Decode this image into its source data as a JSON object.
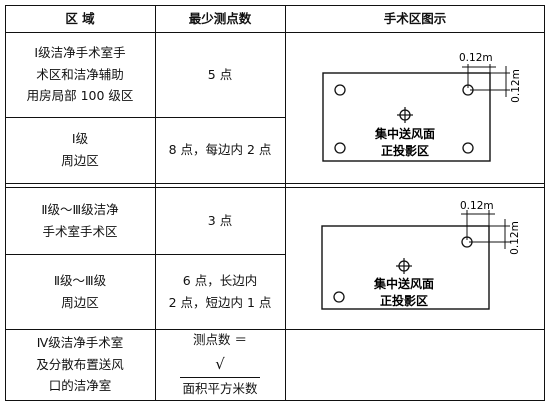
{
  "header": {
    "region": "区    域",
    "min_points": "最少测点数",
    "diagram": "手术区图示"
  },
  "rows": [
    {
      "region_lines": [
        "Ⅰ级洁净手术室手",
        "术区和洁净辅助",
        "用房局部 100 级区"
      ],
      "points_lines": [
        "5 点"
      ]
    },
    {
      "region_lines": [
        "Ⅰ级",
        "周边区"
      ],
      "points_lines": [
        "8 点，每边内 2 点"
      ]
    },
    {
      "region_lines": [
        "Ⅱ级～Ⅲ级洁净",
        "手术室手术区"
      ],
      "points_lines": [
        "3 点"
      ]
    },
    {
      "region_lines": [
        "Ⅱ级～Ⅲ级",
        "周边区"
      ],
      "points_lines": [
        "6 点，长边内",
        "2 点，短边内 1 点"
      ]
    },
    {
      "region_lines": [
        "Ⅳ级洁净手术室",
        "及分散布置送风",
        "口的洁净室"
      ],
      "points_lines": [
        "测点数 ＝"
      ],
      "formula": "面积平方米数",
      "radical": "√"
    }
  ],
  "diagram1": {
    "label_lines": [
      "集中送风面",
      "正投影区"
    ],
    "dim_h": "0.12m",
    "dim_v": "0.12m"
  },
  "diagram2": {
    "label_lines": [
      "集中送风面",
      "正投影区"
    ],
    "dim_h": "0.12m",
    "dim_v": "0.12m"
  }
}
